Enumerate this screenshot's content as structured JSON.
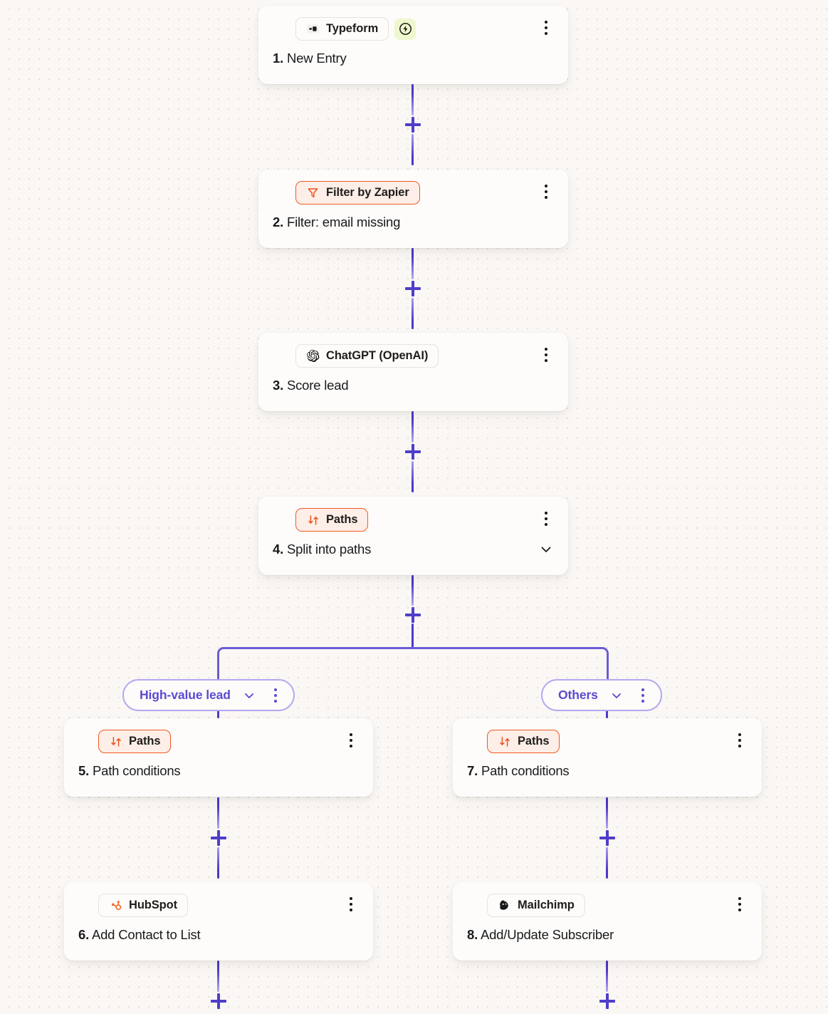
{
  "canvas": {
    "background_color": "#faf7f5",
    "grid": "dot-grid",
    "edge_color": "#5b4ad1",
    "accent_orange": "#f05a22",
    "accent_purple": "#5b4ad1"
  },
  "nodes": [
    {
      "id": "step-1",
      "number": "1.",
      "title": "New Entry",
      "app": "Typeform",
      "icon": "typeform-icon",
      "badge_style": "neutral",
      "has_bolt": true,
      "bolt_icon": "lightning-bolt-icon",
      "has_chevron": false,
      "kebab": "more-options-icon"
    },
    {
      "id": "step-2",
      "number": "2.",
      "title": "Filter: email missing",
      "app": "Filter by Zapier",
      "icon": "filter-icon",
      "badge_style": "zapier-native",
      "has_bolt": false,
      "has_chevron": false,
      "kebab": "more-options-icon"
    },
    {
      "id": "step-3",
      "number": "3.",
      "title": "Score lead",
      "app": "ChatGPT (OpenAI)",
      "icon": "openai-icon",
      "badge_style": "neutral",
      "has_bolt": false,
      "has_chevron": false,
      "kebab": "more-options-icon"
    },
    {
      "id": "step-4",
      "number": "4.",
      "title": "Split into paths",
      "app": "Paths",
      "icon": "paths-icon",
      "badge_style": "zapier-native",
      "has_bolt": false,
      "has_chevron": true,
      "chevron_icon": "chevron-down-icon",
      "kebab": "more-options-icon"
    },
    {
      "id": "step-5",
      "number": "5.",
      "title": "Path conditions",
      "app": "Paths",
      "icon": "paths-icon",
      "badge_style": "zapier-native",
      "has_bolt": false,
      "has_chevron": false,
      "kebab": "more-options-icon"
    },
    {
      "id": "step-6",
      "number": "6.",
      "title": "Add Contact to List",
      "app": "HubSpot",
      "icon": "hubspot-icon",
      "badge_style": "neutral",
      "has_bolt": false,
      "has_chevron": false,
      "kebab": "more-options-icon"
    },
    {
      "id": "step-7",
      "number": "7.",
      "title": "Path conditions",
      "app": "Paths",
      "icon": "paths-icon",
      "badge_style": "zapier-native",
      "has_bolt": false,
      "has_chevron": false,
      "kebab": "more-options-icon"
    },
    {
      "id": "step-8",
      "number": "8.",
      "title": "Add/Update Subscriber",
      "app": "Mailchimp",
      "icon": "mailchimp-icon",
      "badge_style": "neutral",
      "has_bolt": false,
      "has_chevron": false,
      "kebab": "more-options-icon"
    }
  ],
  "branches": [
    {
      "id": "branch-a",
      "label": "High-value lead",
      "chevron_icon": "chevron-down-icon",
      "kebab": "more-options-icon"
    },
    {
      "id": "branch-b",
      "label": "Others",
      "chevron_icon": "chevron-down-icon",
      "kebab": "more-options-icon"
    }
  ],
  "add_steps": [
    {
      "id": "add-step-1",
      "icon": "plus-icon",
      "between": "1-2"
    },
    {
      "id": "add-step-2",
      "icon": "plus-icon",
      "between": "2-3"
    },
    {
      "id": "add-step-3",
      "icon": "plus-icon",
      "between": "3-4"
    },
    {
      "id": "add-step-4",
      "icon": "plus-icon",
      "between": "4-split"
    },
    {
      "id": "add-step-5",
      "icon": "plus-icon",
      "between": "5-6"
    },
    {
      "id": "add-step-6",
      "icon": "plus-icon",
      "between": "7-8"
    },
    {
      "id": "add-step-7",
      "icon": "plus-icon",
      "between": "6-end"
    },
    {
      "id": "add-step-8",
      "icon": "plus-icon",
      "between": "8-end"
    }
  ]
}
